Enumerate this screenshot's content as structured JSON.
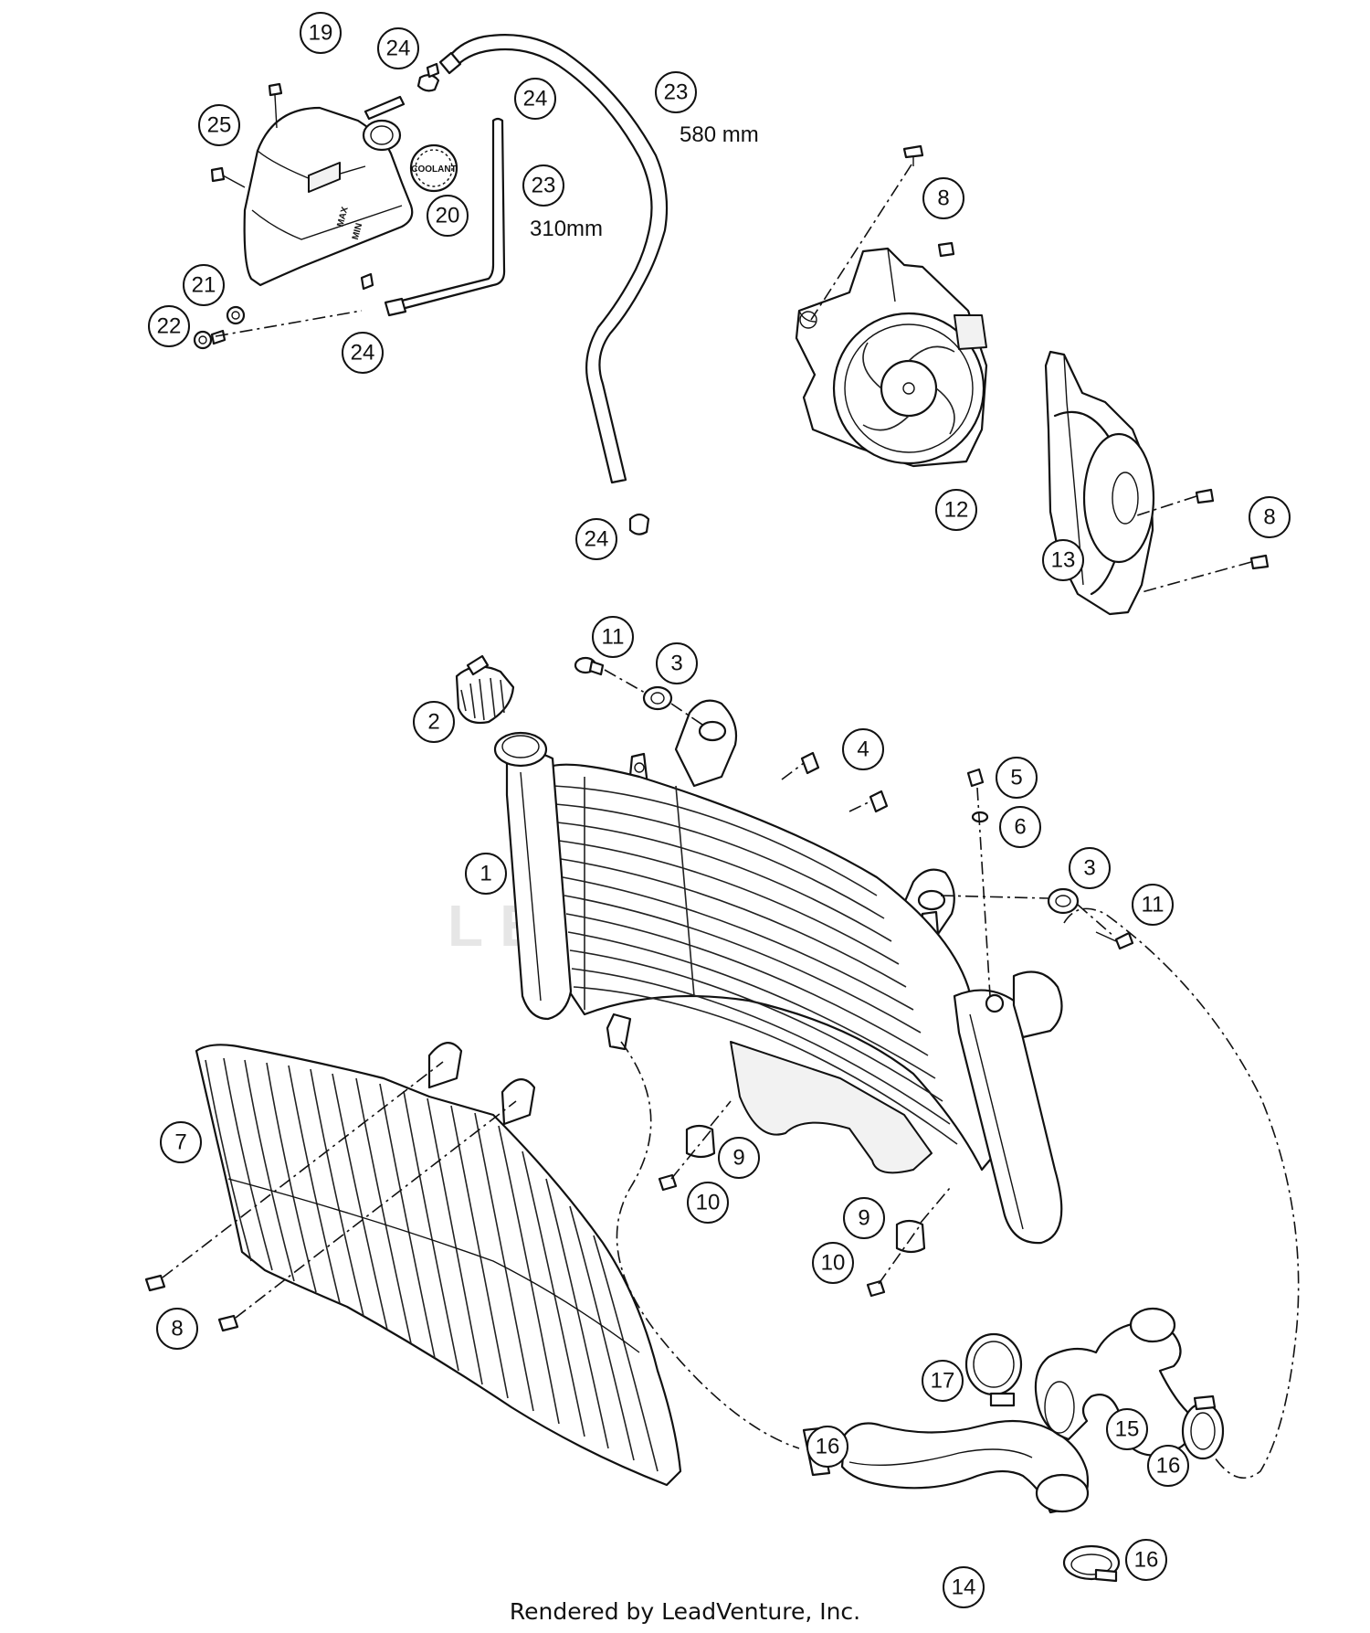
{
  "footer": "Rendered by LeadVenture, Inc.",
  "watermark": "LEAD",
  "decals": {
    "coolant": "COOLANT",
    "max": "MAX",
    "min": "MIN"
  },
  "hose_lengths": {
    "long": "580 mm",
    "short": "310mm"
  },
  "callouts": [
    "19",
    "24",
    "25",
    "24",
    "23",
    "20",
    "23",
    "21",
    "22",
    "24",
    "24",
    "8",
    "12",
    "8",
    "13",
    "11",
    "3",
    "2",
    "4",
    "5",
    "6",
    "1",
    "3",
    "11",
    "7",
    "9",
    "10",
    "9",
    "10",
    "8",
    "17",
    "15",
    "16",
    "16",
    "16",
    "14"
  ]
}
